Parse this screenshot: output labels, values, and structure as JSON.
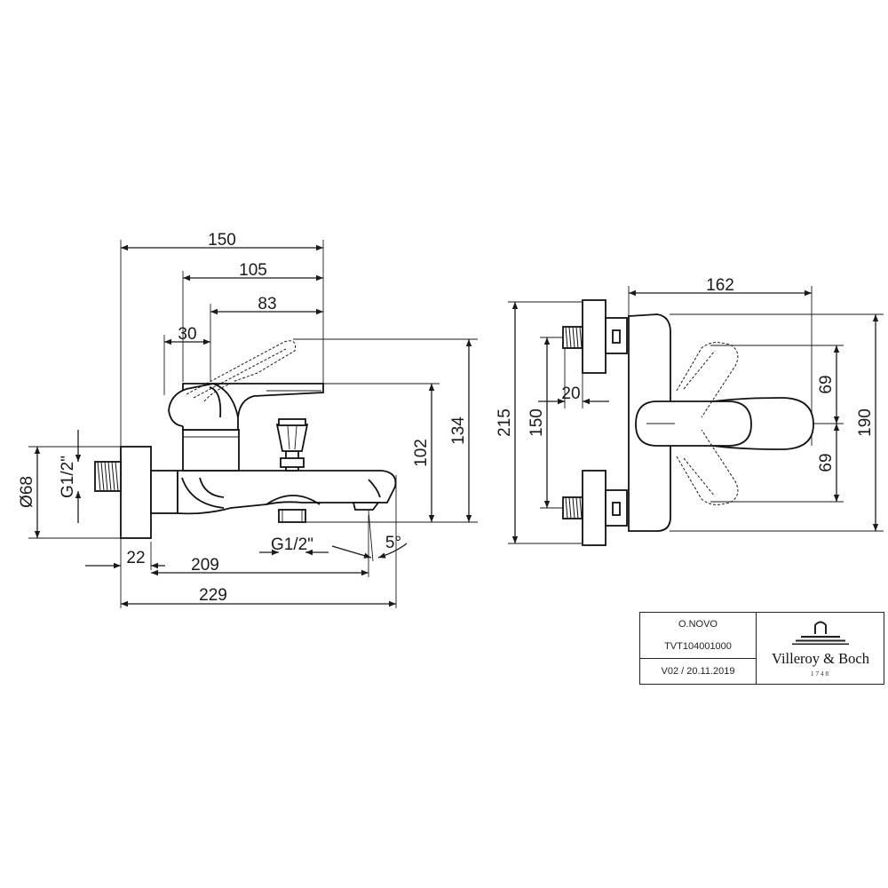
{
  "front_view": {
    "dims": {
      "d150": "150",
      "d105": "105",
      "d83": "83",
      "d30": "30",
      "d134": "134",
      "d102": "102",
      "d68": "Ø68",
      "g12_left": "G1/2\"",
      "g12_bottom": "G1/2\"",
      "angle": "5°",
      "d22": "22",
      "d209": "209",
      "d229": "229"
    }
  },
  "top_view": {
    "dims": {
      "d162": "162",
      "d215": "215",
      "d150": "150",
      "d20": "20",
      "d69_top": "69",
      "d69_bottom": "69",
      "d190": "190"
    }
  },
  "title_block": {
    "series": "O.NOVO",
    "article": "TVT104001000",
    "version": "V02 / 20.11.2019",
    "brand": "Villeroy & Boch",
    "brand_year": "1748"
  }
}
